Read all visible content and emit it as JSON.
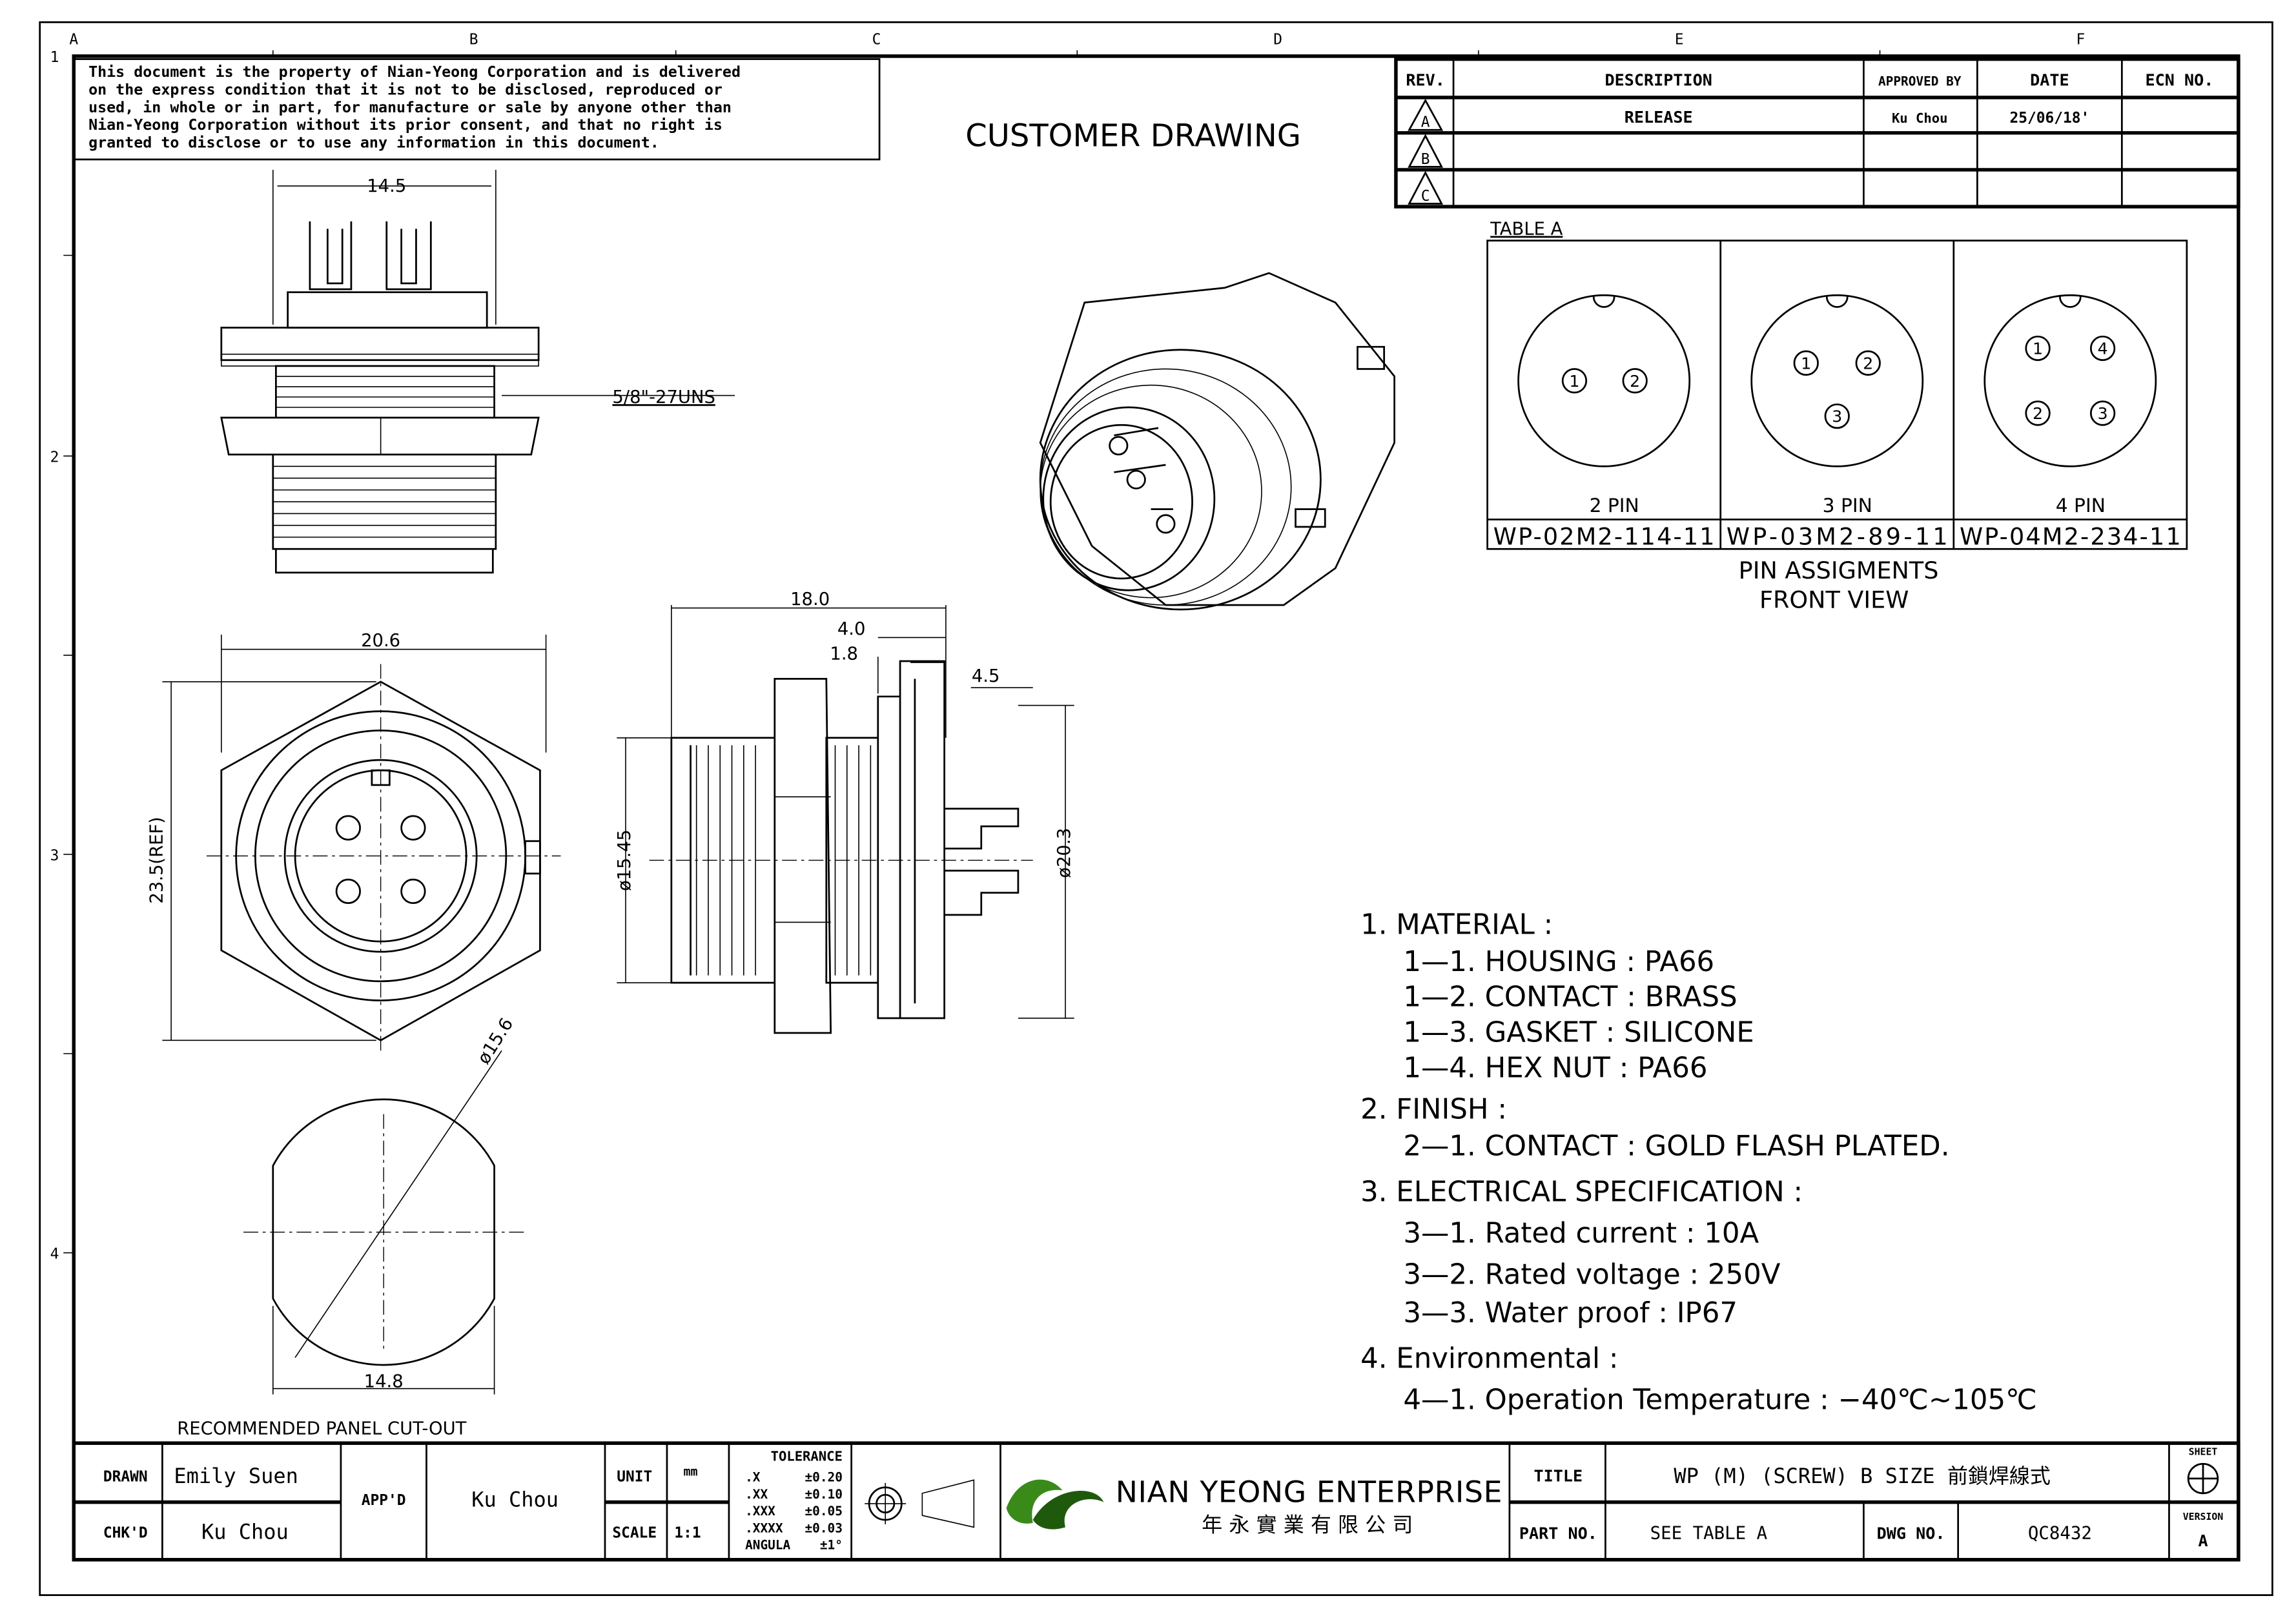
{
  "frame": {
    "columns": [
      "A",
      "B",
      "C",
      "D",
      "E",
      "F"
    ],
    "rows": [
      "1",
      "2",
      "3",
      "4"
    ]
  },
  "disclaimer": [
    "This document is the property of Nian-Yeong Corporation and is delivered",
    "on  the  express condition that it is not to be disclosed, reproduced or",
    "used, in whole or in part, for manufacture or sale by anyone other than",
    "Nian-Yeong Corporation without  its prior consent, and that  no right  is",
    "granted to disclose or to use any information in this  document."
  ],
  "heading": "CUSTOMER DRAWING",
  "revision_table": {
    "headers": [
      "REV.",
      "DESCRIPTION",
      "APPROVED BY",
      "DATE",
      "ECN NO."
    ],
    "rows": [
      {
        "rev": "A",
        "description": "RELEASE",
        "approved_by": "Ku Chou",
        "date": "25/06/18'",
        "ecn": ""
      },
      {
        "rev": "B",
        "description": "",
        "approved_by": "",
        "date": "",
        "ecn": ""
      },
      {
        "rev": "C",
        "description": "",
        "approved_by": "",
        "date": "",
        "ecn": ""
      }
    ]
  },
  "table_a": {
    "label": "TABLE A",
    "columns": [
      {
        "pins": "2  PIN",
        "part_no": "WP-02M2-114-11",
        "pin_labels": [
          "1",
          "2"
        ]
      },
      {
        "pins": "3  PIN",
        "part_no": "WP-03M2-89-11",
        "pin_labels": [
          "1",
          "2",
          "3"
        ]
      },
      {
        "pins": "4  PIN",
        "part_no": "WP-04M2-234-11",
        "pin_labels": [
          "1",
          "4",
          "2",
          "3"
        ]
      }
    ],
    "caption_1": "PIN  ASSIGMENTS",
    "caption_2": "FRONT  VIEW"
  },
  "dimensions": {
    "top_width": "14.5",
    "thread": "5/8\"-27UNS",
    "hex_width": "20.6",
    "hex_height": "23.5(REF)",
    "length": "18.0",
    "d4": "4.0",
    "d18": "1.8",
    "d45": "4.5",
    "dia_thread": "ø15.45",
    "dia_flange": "ø20.3",
    "cutout_dia": "ø15.6",
    "cutout_flat": "14.8",
    "cutout_label": "RECOMMENDED  PANEL  CUT-OUT"
  },
  "notes": [
    {
      "text": "1.  MATERIAL  :",
      "indent": 0
    },
    {
      "text": "1—1.  HOUSING  :  PA66",
      "indent": 1
    },
    {
      "text": "1—2.  CONTACT  :  BRASS",
      "indent": 1
    },
    {
      "text": "1—3.  GASKET  :  SILICONE",
      "indent": 1
    },
    {
      "text": "1—4.  HEX  NUT  :  PA66",
      "indent": 1
    },
    {
      "text": "2.  FINISH  :",
      "indent": 0
    },
    {
      "text": "2—1.  CONTACT  :  GOLD  FLASH  PLATED.",
      "indent": 1
    },
    {
      "text": "3.  ELECTRICAL  SPECIFICATION  :",
      "indent": 0
    },
    {
      "text": "3—1.  Rated  current  :  10A",
      "indent": 1
    },
    {
      "text": "3—2.  Rated  voltage  :  250V",
      "indent": 1
    },
    {
      "text": "3—3.  Water  proof  :  IP67",
      "indent": 1
    },
    {
      "text": "4.  Environmental  :",
      "indent": 0
    },
    {
      "text": "4—1.  Operation  Temperature  :  −40℃~105℃",
      "indent": 1
    }
  ],
  "title_block": {
    "drawn_label": "DRAWN",
    "drawn": "Emily Suen",
    "checked_label": "CHK'D",
    "checked": "Ku Chou",
    "approved_label": "APP'D",
    "approved": "Ku Chou",
    "unit_label": "UNIT",
    "unit": "mm",
    "scale_label": "SCALE",
    "scale": "1:1",
    "tolerance_label": "TOLERANCE",
    "tolerances": [
      [
        ".X",
        "±0.20"
      ],
      [
        ".XX",
        "±0.10"
      ],
      [
        ".XXX",
        "±0.05"
      ],
      [
        ".XXXX",
        "±0.03"
      ],
      [
        "ANGULA",
        "±1°"
      ]
    ],
    "company": "NIAN YEONG ENTERPRISE",
    "company_cn": "年 永 實 業 有 限 公 司",
    "title_label": "TITLE",
    "title": "WP (M) (SCREW) B SIZE 前鎖焊線式",
    "part_no_label": "PART NO.",
    "part_no": "SEE TABLE A",
    "dwg_no_label": "DWG NO.",
    "dwg_no": "QC8432",
    "sheet_label": "SHEET",
    "version_label": "VERSION",
    "version": "A"
  },
  "colors": {
    "logo_green": "#3a8a1a",
    "logo_dark": "#1f5a0c"
  }
}
